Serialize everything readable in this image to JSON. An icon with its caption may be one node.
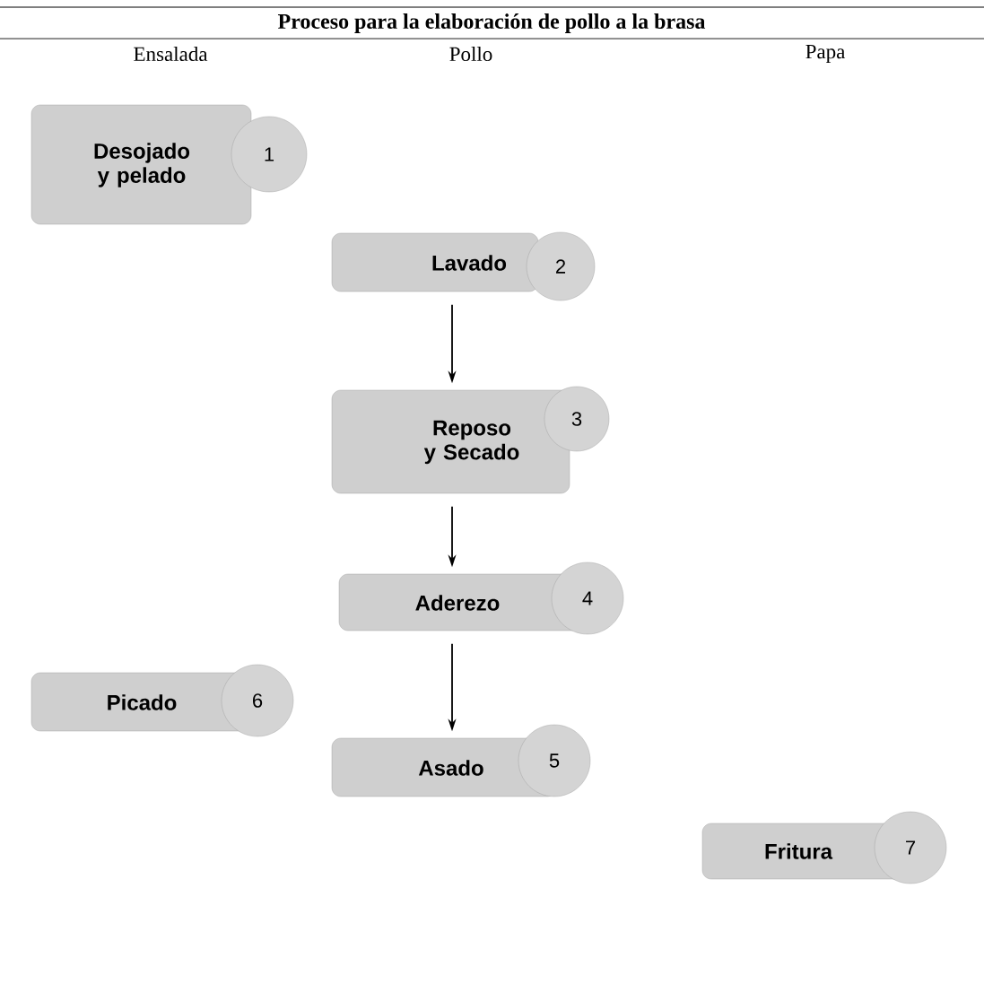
{
  "diagram": {
    "title": "Proceso para la elaboración de pollo a la brasa",
    "nodes": [
      {
        "text": [
          "Desojado y pelado"
        ]
      },
      {
        "text": [
          "1"
        ]
      },
      {
        "text": [
          "Lavado"
        ]
      },
      {
        "text": [
          "2"
        ]
      },
      {
        "text": [
          "Reposo y Secado"
        ]
      },
      {
        "text": [
          "3"
        ]
      },
      {
        "text": [
          "Aderezo"
        ]
      },
      {
        "text": [
          "4"
        ]
      },
      {
        "text": [
          "Asado"
        ]
      },
      {
        "text": [
          "5"
        ]
      },
      {
        "text": [
          "Picado"
        ]
      },
      {
        "text": [
          "6"
        ]
      },
      {
        "text": [
          "Fritura"
        ]
      },
      {
        "text": [
          "7"
        ]
      }
    ],
    "edges": [
      {
        "from": 2,
        "to": 4,
        "arrow": "to"
      },
      {
        "from": 4,
        "to": 6,
        "arrow": "to"
      },
      {
        "from": 6,
        "to": 8,
        "arrow": "to"
      }
    ],
    "labels": [
      "Ensalada",
      "Pollo",
      "Papa"
    ]
  }
}
